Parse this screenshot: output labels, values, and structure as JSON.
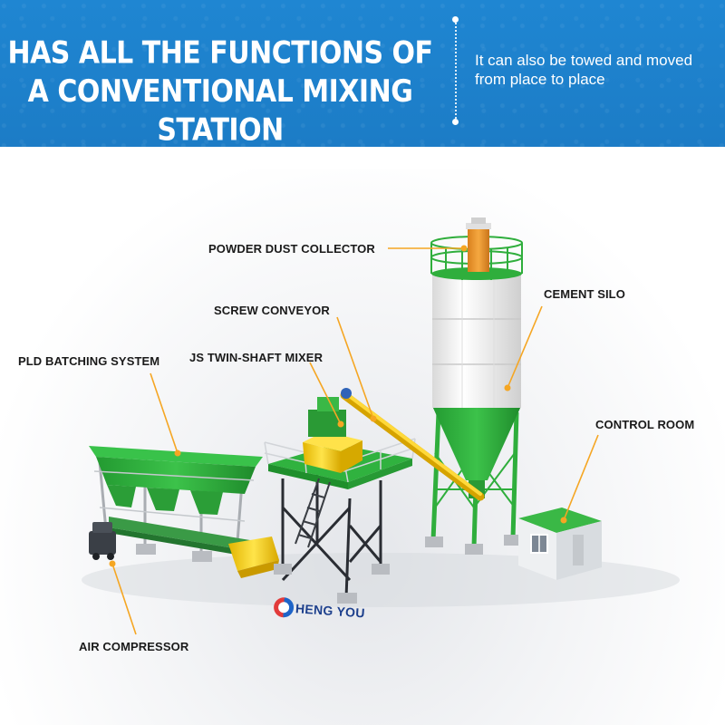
{
  "banner": {
    "headline_line1": "HAS ALL THE FUNCTIONS OF",
    "headline_line2": "A CONVENTIONAL MIXING STATION",
    "subline_line1": "It can also be towed and moved",
    "subline_line2": "from place to place",
    "background_color": "#1f86d2"
  },
  "labels": {
    "powder_dust_collector": "POWDER DUST COLLECTOR",
    "screw_conveyor": "SCREW CONVEYOR",
    "pld_batching_system": "PLD BATCHING SYSTEM",
    "js_twin_shaft_mixer": "JS TWIN-SHAFT MIXER",
    "cement_silo": "CEMENT SILO",
    "control_room": "CONTROL ROOM",
    "air_compressor": "AIR COMPRESSOR"
  },
  "brand": {
    "name": "HENG YOU",
    "logo_icon": "heng-you-logo-icon"
  },
  "colors": {
    "equipment_green": "#2fae3c",
    "callout_orange": "#f5a623",
    "silo_white": "#f2f2f2",
    "dust_collector_orange": "#e8902a"
  }
}
